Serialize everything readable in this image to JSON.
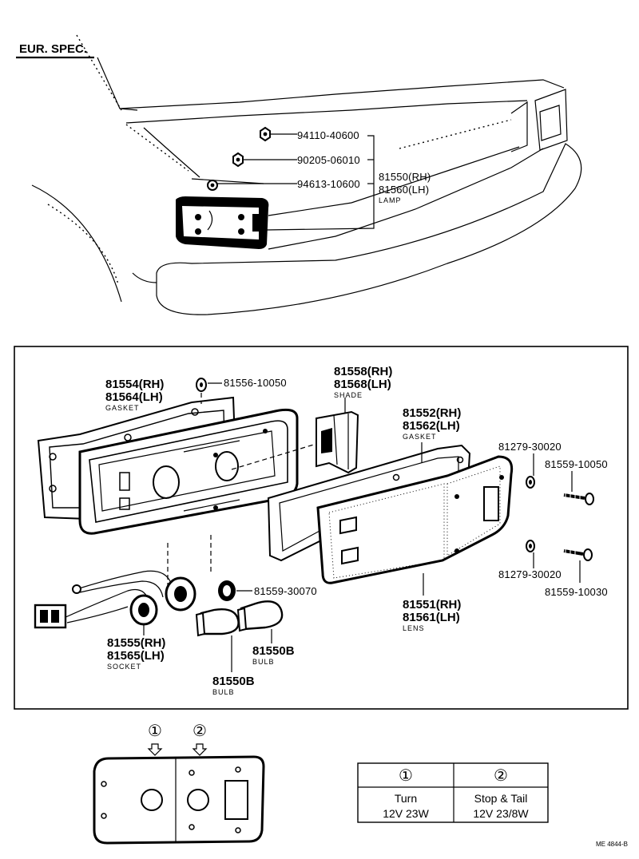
{
  "header": {
    "spec": "EUR. SPEC."
  },
  "top": {
    "labels": [
      {
        "part": "94110-40600"
      },
      {
        "part": "90205-06010"
      },
      {
        "part": "94613-10600"
      }
    ],
    "lamp": {
      "rh": "81550(RH)",
      "lh": "81560(LH)",
      "name": "LAMP"
    }
  },
  "exploded": {
    "gasket_left": {
      "rh": "81554(RH)",
      "lh": "81564(LH)",
      "name": "GASKET"
    },
    "screw_top": "81556-10050",
    "shade": {
      "rh": "81558(RH)",
      "lh": "81568(LH)",
      "name": "SHADE"
    },
    "gasket_right": {
      "rh": "81552(RH)",
      "lh": "81562(LH)",
      "name": "GASKET"
    },
    "nut_upper": "81279-30020",
    "screw_upper": "81559-10050",
    "nut_lower": "81279-30020",
    "screw_lower": "81559-10030",
    "grommet": "81559-30070",
    "lens": {
      "rh": "81551(RH)",
      "lh": "81561(LH)",
      "name": "LENS"
    },
    "socket": {
      "rh": "81555(RH)",
      "lh": "81565(LH)",
      "name": "SOCKET"
    },
    "bulb_right": {
      "part": "81550B",
      "name": "BULB"
    },
    "bulb_lower": {
      "part": "81550B",
      "name": "BULB"
    }
  },
  "bottom": {
    "markers": [
      "①",
      "②"
    ],
    "table": {
      "headers": [
        "①",
        "②"
      ],
      "rows": [
        [
          "Turn",
          "Stop & Tail"
        ],
        [
          "12V 23W",
          "12V 23/8W"
        ]
      ]
    }
  },
  "footer": {
    "code": "ME 4844-B"
  }
}
